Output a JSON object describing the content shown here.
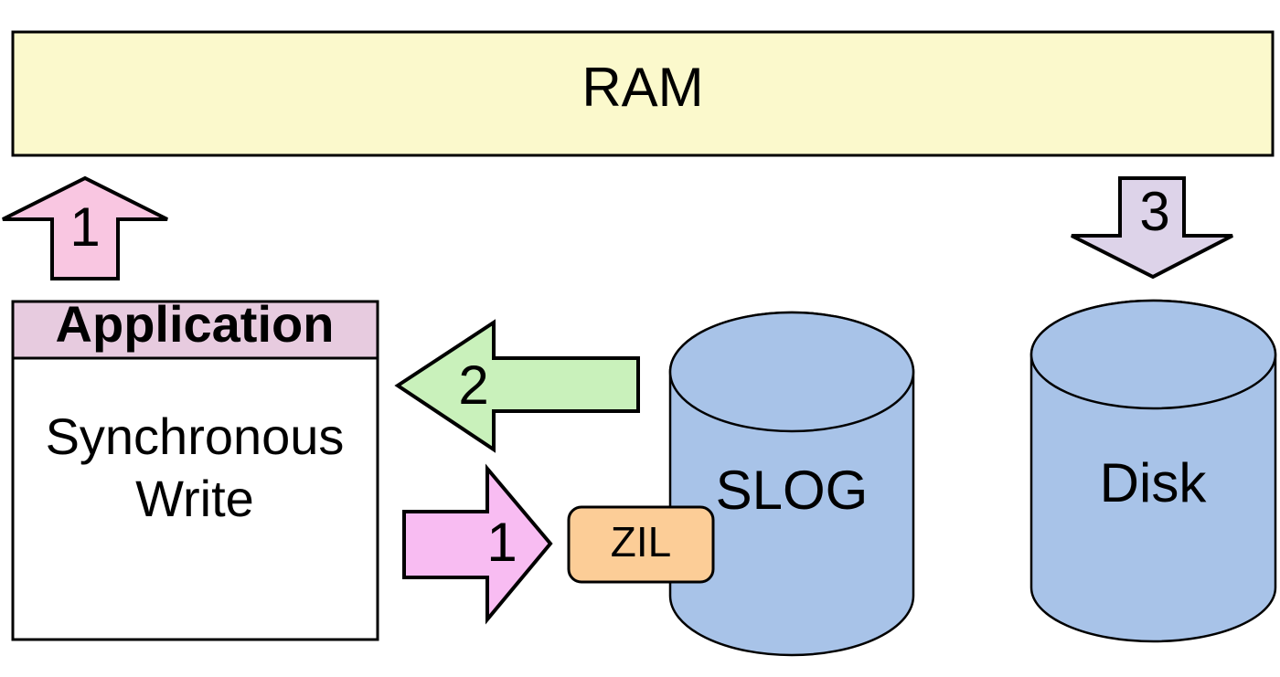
{
  "labels": {
    "ram": "RAM",
    "application_title": "Application",
    "app_line1": "Synchronous",
    "app_line2": "Write",
    "slog": "SLOG",
    "disk": "Disk",
    "zil": "ZIL",
    "step1_to_ram": "1",
    "step2_ack": "2",
    "step1_to_zil": "1",
    "step3_to_disk": "3"
  },
  "colors": {
    "background": "#FFFFFF",
    "ram_fill": "#FBF9CC",
    "app_header_fill": "#E7CBDF",
    "app_body_fill": "#FFFFFF",
    "pink_arrow_fill": "#F9C6E1",
    "green_arrow_fill": "#C9F1BB",
    "magenta_arrow_fill": "#F8BCF2",
    "lavender_arrow_fill": "#DDD3E9",
    "zil_fill": "#FCCD97",
    "cylinder_fill": "#A8C3E8",
    "outline": "#000000"
  }
}
